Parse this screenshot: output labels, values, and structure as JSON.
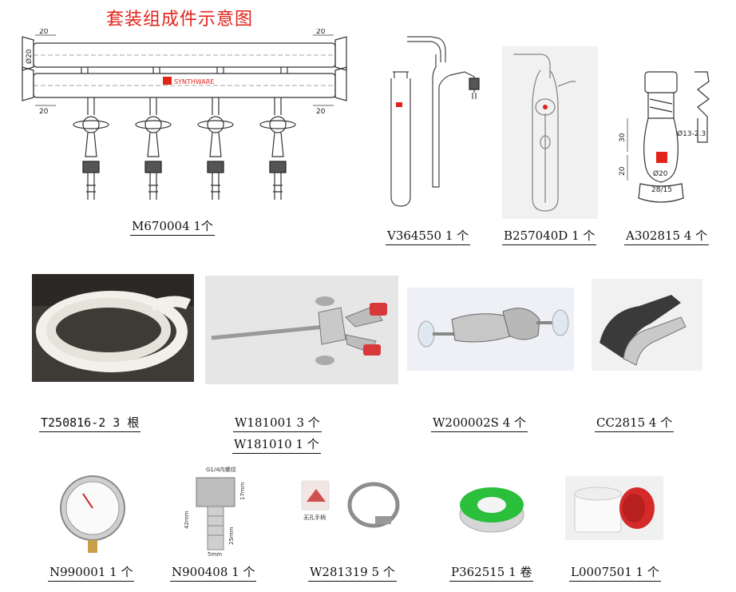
{
  "title": "套装组成件示意图",
  "manifold": {
    "brand": "SYNTHWARE",
    "dim_top_left": "20",
    "dim_top_right": "20",
    "dim_bottom_left": "20",
    "dim_bottom_right": "20",
    "dim_dia": "Ø20"
  },
  "adapter_dims": {
    "d30": "30",
    "d20": "20",
    "dia13": "Ø13-2.3",
    "dia20": "Ø20",
    "joint": "28/15"
  },
  "gauge_text": {
    "head": "G1/4内螺纹",
    "h42": "42mm",
    "h17": "17mm",
    "h25": "25mm",
    "w5": "5mm"
  },
  "clamp_caption": "无孔手柄",
  "labels": {
    "m670004": "M670004   1个",
    "v364550": "V364550   1 个",
    "b257040d": "B257040D   1 个",
    "a302815": "A302815   4 个",
    "t250816": "T250816-2  3 根",
    "w181001": "W181001   3 个",
    "w181010": "W181010   1 个",
    "w200002s": "W200002S   4 个",
    "cc2815": "CC2815   4 个",
    "n990001": "N990001  1 个",
    "n900408": "N900408  1 个",
    "w281319": "W281319    5 个",
    "p362515": "P362515  1 卷",
    "l0007501": "L0007501   1 个"
  },
  "colors": {
    "title": "#e2231a",
    "brand": "#e2231a",
    "lid": "#d42a2a",
    "tape": "#2bbf3c",
    "clamp_tip": "#d8383a"
  }
}
